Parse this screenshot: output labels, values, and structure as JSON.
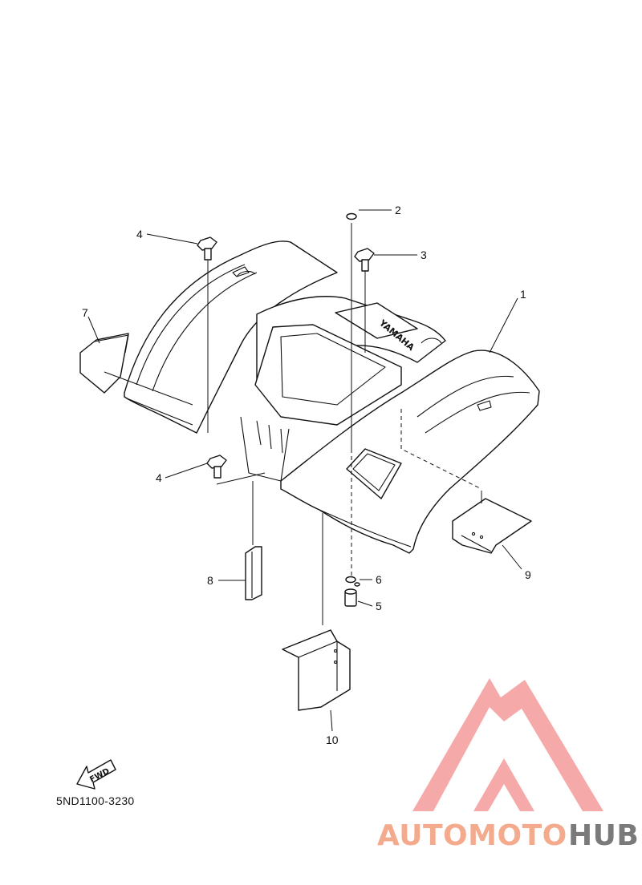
{
  "diagram": {
    "part_code": "5ND1100-3230",
    "embossed_logo": "YAMAHA",
    "fwd_label": "FWD",
    "callouts": {
      "c1": "1",
      "c2": "2",
      "c3": "3",
      "c4a": "4",
      "c4b": "4",
      "c5": "5",
      "c6": "6",
      "c7": "7",
      "c8": "8",
      "c9": "9",
      "c10": "10"
    }
  },
  "watermark": {
    "brand_part1": "AUTOMOTO",
    "brand_part2": "HUB",
    "colors": {
      "primary": "#f4aa8c",
      "secondary": "#7a7a7a",
      "logo": "#f59a9a"
    }
  }
}
